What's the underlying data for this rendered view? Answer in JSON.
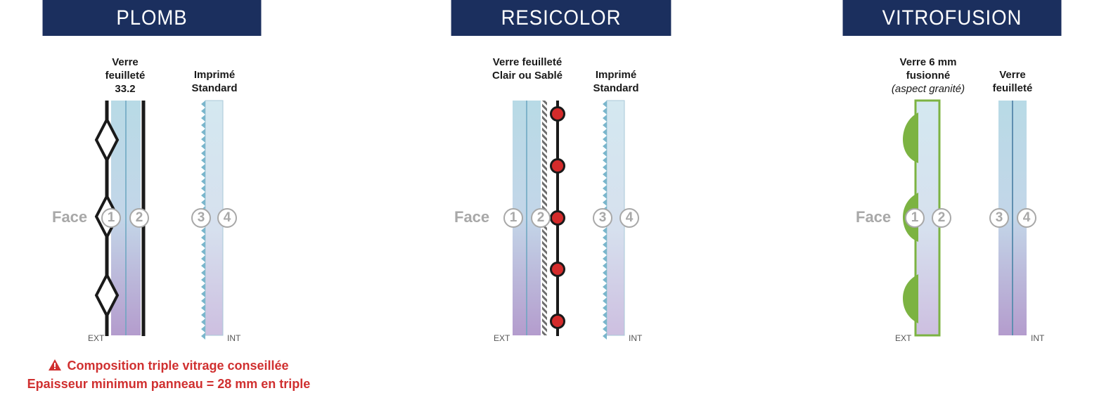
{
  "panels": [
    {
      "title": "PLOMB",
      "glass_label_a": "Verre feuilleté 33.2",
      "glass_label_b": "Imprimé Standard",
      "face_label": "Face",
      "faces": [
        "1",
        "2",
        "3",
        "4"
      ],
      "ext": "EXT",
      "int": "INT",
      "decoration": "lead-came-icon"
    },
    {
      "title": "RESICOLOR",
      "glass_label_a": "Verre feuilleté Clair ou Sablé",
      "glass_label_b": "Imprimé Standard",
      "face_label": "Face",
      "faces": [
        "1",
        "2",
        "3",
        "4"
      ],
      "ext": "EXT",
      "int": "INT",
      "decoration": "resin-line-icon"
    },
    {
      "title": "VITROFUSION",
      "glass_label_a": "Verre 6 mm fusionné",
      "glass_label_a_note": "(aspect granité)",
      "glass_label_b": "Verre feuilleté",
      "face_label": "Face",
      "faces": [
        "1",
        "2",
        "3",
        "4"
      ],
      "ext": "EXT",
      "int": "INT",
      "decoration": "fused-glass-icon"
    }
  ],
  "warning": {
    "icon": "warning-triangle-icon",
    "line1": "Composition triple vitrage conseillée",
    "line2": "Epaisseur minimum panneau = 28 mm en triple"
  },
  "colors": {
    "banner": "#1b2f5e",
    "glass_top": "#b8dae6",
    "glass_bottom": "#b49ccd",
    "resin_dot": "#d42b2b",
    "fusion": "#7cb342",
    "warning": "#d03030"
  }
}
